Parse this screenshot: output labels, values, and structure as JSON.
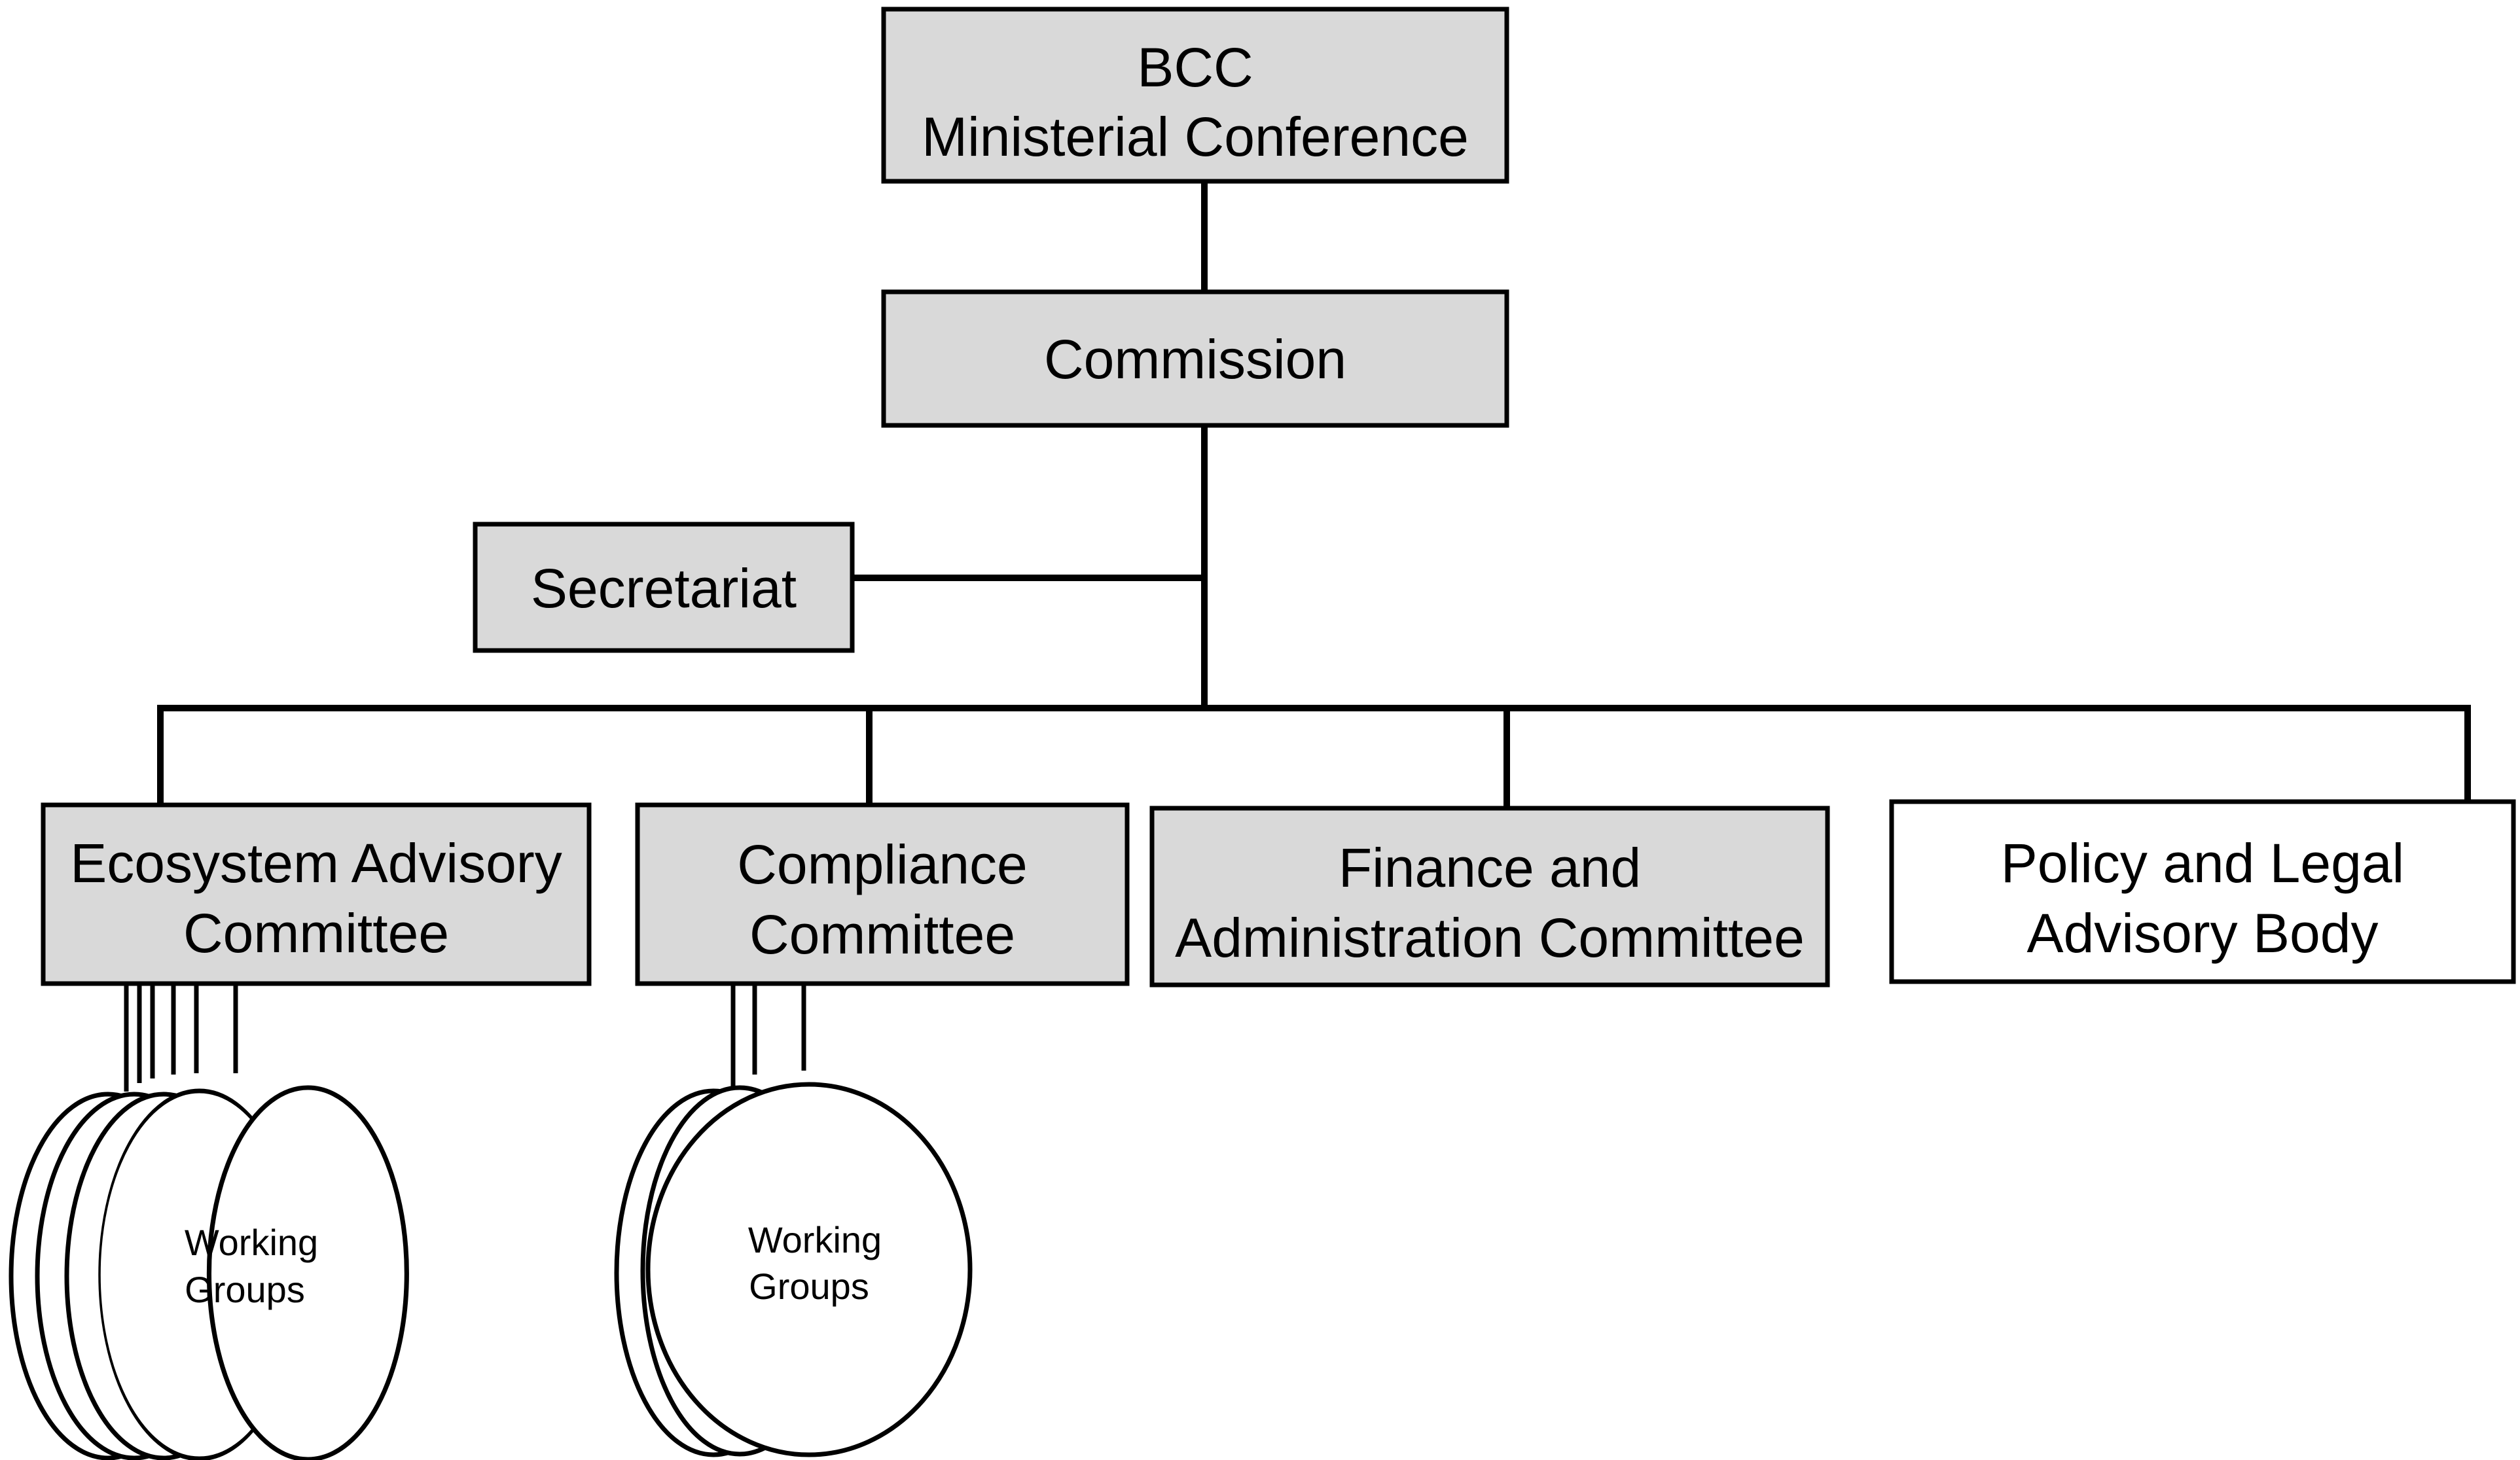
{
  "diagram": {
    "top": {
      "line1": "BCC",
      "line2": "Ministerial Conference"
    },
    "commission": {
      "label": "Commission"
    },
    "secretariat": {
      "label": "Secretariat"
    },
    "committees": [
      {
        "line1": "Ecosystem Advisory",
        "line2": "Committee",
        "fill": "#d9d9d9"
      },
      {
        "line1": "Compliance",
        "line2": "Committee",
        "fill": "#d9d9d9"
      },
      {
        "line1": "Finance and",
        "line2": "Administration Committee",
        "fill": "#d9d9d9"
      },
      {
        "line1": "Policy and Legal",
        "line2": "Advisory Body",
        "fill": "#ffffff"
      }
    ],
    "working_groups": [
      {
        "line1": "Working",
        "line2": "Groups"
      },
      {
        "line1": "Working",
        "line2": "Groups"
      }
    ]
  },
  "colors": {
    "box_fill": "#d9d9d9",
    "white_fill": "#ffffff",
    "stroke": "#000000"
  }
}
